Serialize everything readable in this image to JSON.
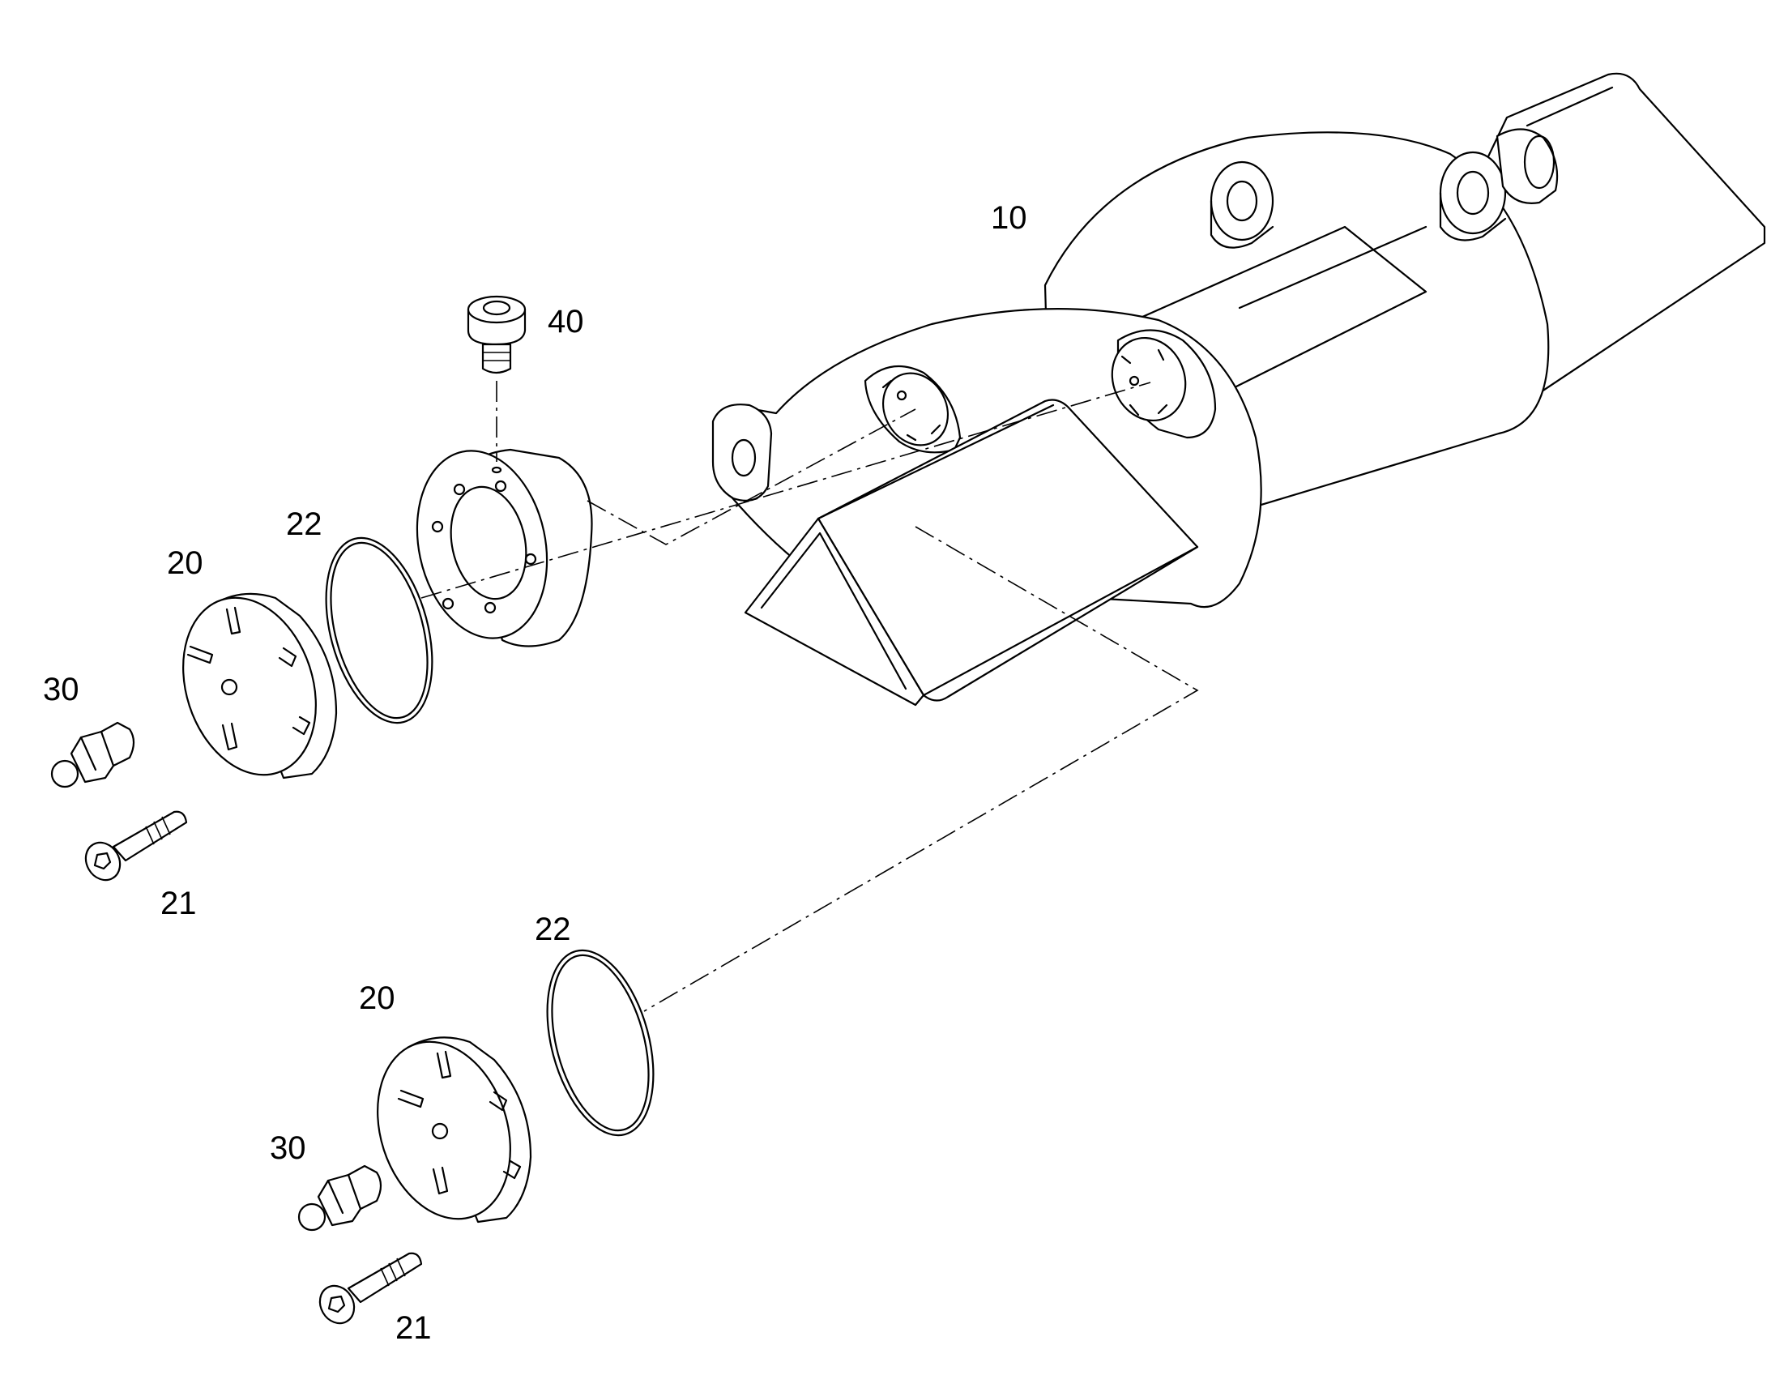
{
  "callouts": {
    "part_10": "10",
    "part_40": "40",
    "part_22_upper": "22",
    "part_20_upper": "20",
    "part_30_upper": "30",
    "part_21_upper": "21",
    "part_22_lower": "22",
    "part_20_lower": "20",
    "part_30_lower": "30",
    "part_21_lower": "21"
  },
  "colors": {
    "line": "#000000",
    "background": "#ffffff"
  }
}
